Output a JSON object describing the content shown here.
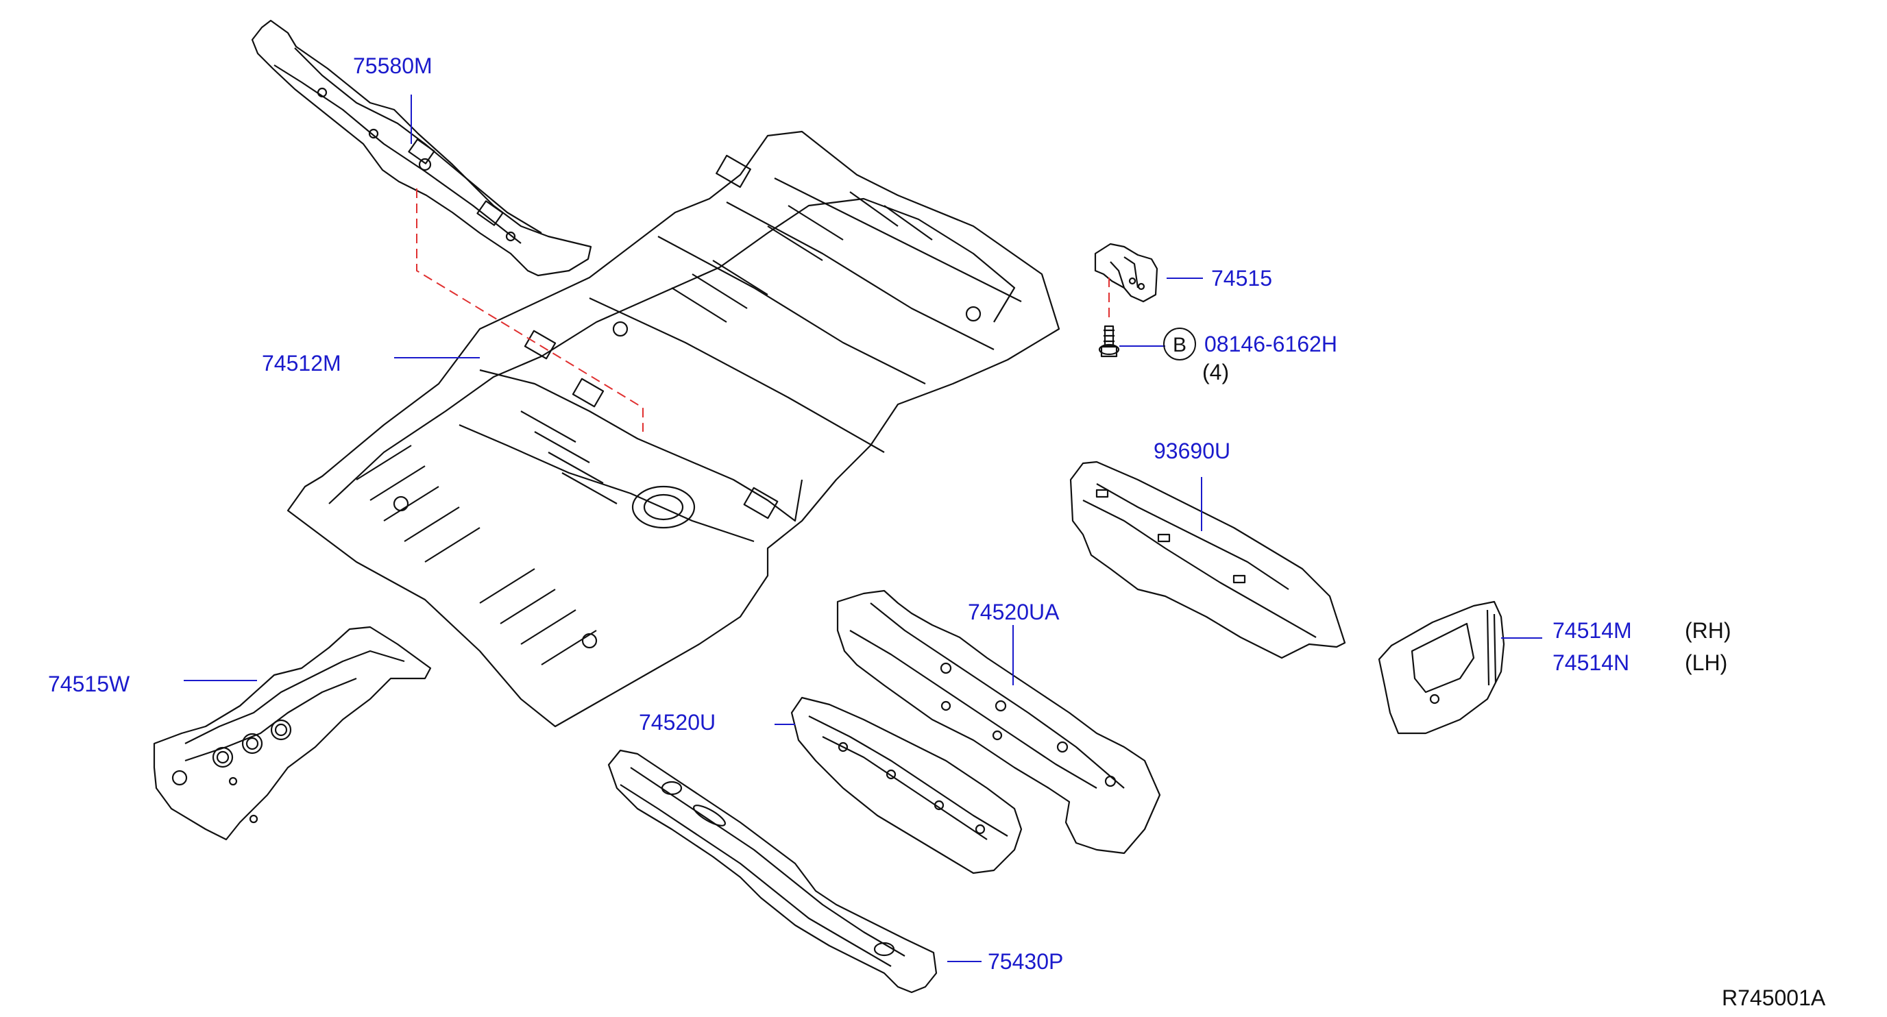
{
  "colors": {
    "part_number": "#1a1acc",
    "leader_line": "#1a1acc",
    "phantom_line": "#e03030",
    "drawing_line": "#111111"
  },
  "labels": {
    "p75580M": "75580M",
    "p74512M": "74512M",
    "p74515": "74515",
    "bolt_callout": "B",
    "p08146": "08146-6162H",
    "bolt_qty": "(4)",
    "p93690U": "93690U",
    "p74520UA": "74520UA",
    "p74514M": "74514M",
    "rh": "(RH)",
    "p74514N": "74514N",
    "lh": "(LH)",
    "p74515W": "74515W",
    "p74520U": "74520U",
    "p75430P": "75430P",
    "diagram_ref": "R745001A"
  }
}
